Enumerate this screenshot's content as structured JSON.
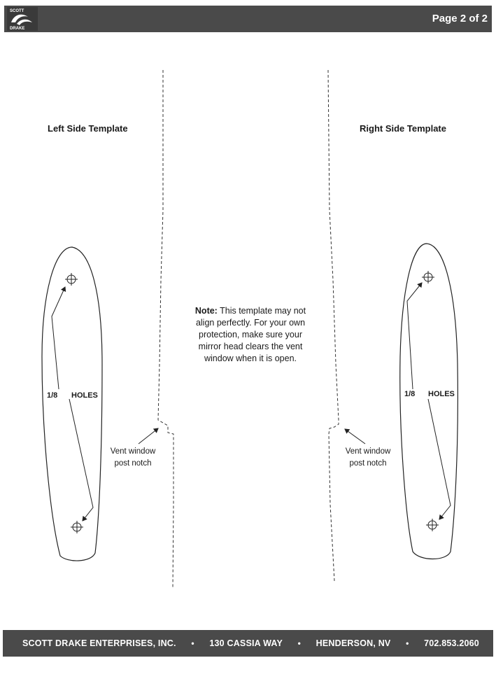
{
  "header": {
    "logo_text_top": "SCOTT",
    "logo_text_bottom": "DRAKE",
    "page_label": "Page 2 of 2"
  },
  "left_template": {
    "title": "Left Side Template",
    "hole_size": "1/8",
    "holes_label": "HOLES",
    "callout_line1": "Vent window",
    "callout_line2": "post notch"
  },
  "right_template": {
    "title": "Right Side Template",
    "hole_size": "1/8",
    "holes_label": "HOLES",
    "callout_line1": "Vent window",
    "callout_line2": "post notch"
  },
  "note": {
    "label": "Note:",
    "text": "This template may not align perfectly. For your own protection, make sure your mirror head clears the vent window when it is open."
  },
  "footer": {
    "company": "SCOTT DRAKE ENTERPRISES, INC.",
    "address": "130 CASSIA WAY",
    "city": "HENDERSON, NV",
    "phone": "702.853.2060",
    "separator": "•"
  }
}
